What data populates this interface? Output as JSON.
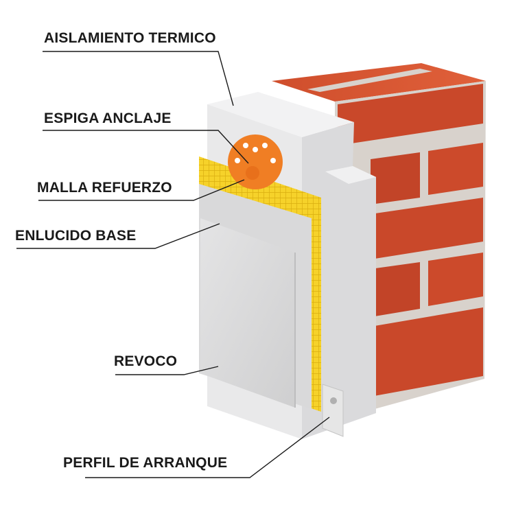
{
  "labels": {
    "aislamiento_termico": "AISLAMIENTO TERMICO",
    "espiga_anclaje": "ESPIGA ANCLAJE",
    "malla_refuerzo": "MALLA REFUERZO",
    "enlucido_base": "ENLUCIDO BASE",
    "revoco": "REVOCO",
    "perfil_arranque": "PERFIL DE ARRANQUE"
  },
  "colors": {
    "brick": "#c9482a",
    "mortar": "#d8d2cc",
    "insulation": "#e9e9ea",
    "mesh": "#f3cf1c",
    "anchor": "#f07e24",
    "render": "#dcdcdd",
    "profile": "#e6e6e6"
  }
}
